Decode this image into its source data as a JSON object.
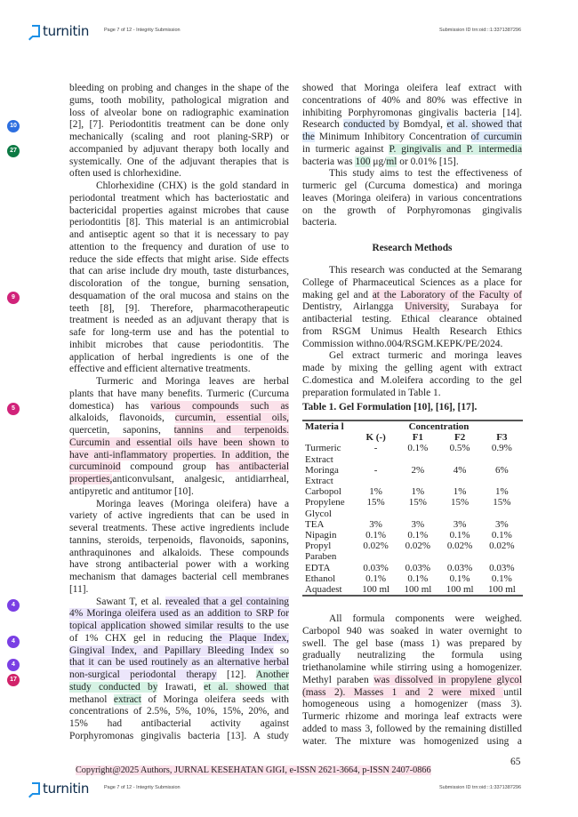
{
  "header": {
    "logo": "turnitin",
    "page_info": "Page 7 of 12 - Integrity Submission",
    "submission_id": "Submission ID  trn:oid:::1:3371387296"
  },
  "footer": {
    "logo": "turnitin",
    "page_info": "Page 7 of 12 - Integrity Submission",
    "submission_id": "Submission ID  trn:oid:::1:3371387296",
    "copyright": "Copyright@2025 Authors, JURNAL KESEHATAN GIGI, e-ISSN 2621-3664, p-ISSN 2407-0866",
    "page_number": "65"
  },
  "colors": {
    "pink": "#fbe1ea",
    "purple": "#ece6fb",
    "blue": "#dfeafb",
    "green": "#d6f2e4"
  },
  "match_badges": [
    {
      "label": "10",
      "color": "#2d6fe0"
    },
    {
      "label": "27",
      "color": "#0d7a44"
    },
    {
      "label": "9",
      "color": "#d1237a"
    },
    {
      "label": "5",
      "color": "#d1237a"
    },
    {
      "label": "4",
      "color": "#7a3fe4"
    },
    {
      "label": "4",
      "color": "#7a3fe4"
    },
    {
      "label": "4",
      "color": "#7a3fe4"
    },
    {
      "label": "17",
      "color": "#d1236a"
    }
  ],
  "left_column": [
    [
      [
        "bleeding on probing and changes in the shape of the"
      ],
      [
        "gums, tooth mobility, pathological migration and"
      ],
      [
        "loss of alveolar bone on radiographic examination"
      ],
      [
        "[2], [7]. Periodontitis treatment can be done only"
      ],
      [
        "mechanically (scaling and root planing-SRP) or"
      ],
      [
        "accompanied by adjuvant therapy both locally and"
      ],
      [
        "systemically. One of the adjuvant therapies that is"
      ],
      [
        "often used is chlorhexidine."
      ]
    ],
    [
      [
        "Chlorhexidine (CHX) is the gold standard in"
      ],
      [
        "periodontal treatment which has bacteriostatic and"
      ],
      [
        "bactericidal properties against microbes that cause"
      ],
      [
        "periodontitis [8]. This material is an antimicrobial"
      ],
      [
        "and antiseptic agent so that it is necessary to pay"
      ],
      [
        "attention to the frequency and duration of use to"
      ],
      [
        "reduce the side effects that might arise. Side effects"
      ],
      [
        "that can arise include dry mouth, taste disturbances,"
      ],
      [
        "discoloration of the tongue, burning sensation,"
      ],
      [
        "desquamation of the oral mucosa and stains on the"
      ],
      [
        "teeth [8], [9]. Therefore, pharmacotherapeutic"
      ],
      [
        "treatment is needed as an adjuvant therapy that is"
      ],
      [
        "safe for long-term use and has the potential to"
      ],
      [
        "inhibit microbes that cause periodontitis. The"
      ],
      [
        "application of herbal ingredients is one of the"
      ],
      [
        "effective and efficient alternative treatments."
      ]
    ],
    [
      [
        "Turmeric and Moringa leaves are herbal"
      ],
      [
        "plants that have many benefits. Turmeric (Curcuma"
      ],
      [
        "domestica) has ",
        {
          "t": "various compounds such as",
          "hl": "pink"
        }
      ],
      [
        "alkaloids, flavonoids, ",
        {
          "t": "curcumin, essential oils,",
          "hl": "pink"
        }
      ],
      [
        "quercetin, saponins, ",
        {
          "t": "tannins and terpenoids.",
          "hl": "pink"
        }
      ],
      [
        {
          "t": "Curcumin and essential oils have been shown to",
          "hl": "pink"
        }
      ],
      [
        {
          "t": "have anti-inflammatory properties. In addition, the",
          "hl": "pink"
        }
      ],
      [
        {
          "t": "curcuminoid",
          "hl": "pink"
        },
        " compound group ",
        {
          "t": "has antibacterial",
          "hl": "pink"
        }
      ],
      [
        {
          "t": "properties,",
          "hl": "pink"
        },
        "anticonvulsant, analgesic, antidiarrheal,"
      ],
      [
        "antipyretic and antitumor [10]."
      ]
    ],
    [
      [
        "Moringa leaves (Moringa oleifera) have a"
      ],
      [
        "variety of active ingredients that can be used in"
      ],
      [
        "several treatments. These active ingredients include"
      ],
      [
        "tannins, steroids, terpenoids, flavonoids, saponins,"
      ],
      [
        "anthraquinones and alkaloids. These compounds"
      ],
      [
        "have strong antibacterial power with a working"
      ],
      [
        "mechanism that damages bacterial cell membranes"
      ],
      [
        "[11]."
      ]
    ],
    [
      [
        "Sawant T, et al. ",
        {
          "t": "revealed that a gel containing",
          "hl": "purple"
        }
      ],
      [
        {
          "t": "4% Moringa oleifera used as an addition to SRP for",
          "hl": "purple"
        }
      ],
      [
        {
          "t": "topical application showed similar results",
          "hl": "purple"
        },
        " to the use"
      ],
      [
        "of 1% CHX gel in reducing ",
        {
          "t": "the Plaque Index,",
          "hl": "purple"
        }
      ],
      [
        {
          "t": "Gingival Index, and Papillary Bleeding Index",
          "hl": "purple"
        },
        " so"
      ],
      [
        {
          "t": "that it can be used routinely as an alternative herbal",
          "hl": "purple"
        }
      ],
      [
        {
          "t": "non-surgical periodontal therapy",
          "hl": "purple"
        },
        " [12]. ",
        {
          "t": "Another",
          "hl": "green"
        }
      ],
      [
        {
          "t": "study conducted by",
          "hl": "green"
        },
        " Irawati, ",
        {
          "t": "et al. showed that",
          "hl": "green"
        }
      ],
      [
        "methanol ",
        {
          "t": "extract",
          "hl": "green"
        },
        " of Moringa oleifera seeds with"
      ],
      [
        "concentrations of 2.5%, 5%, 10%, 15%, 20%, and"
      ],
      [
        "15%   had   antibacterial   activity   against"
      ],
      [
        "Porphyromonas gingivalis bacteria [13]. A study"
      ]
    ]
  ],
  "right_intro": [
    [
      [
        "showed that Moringa oleifera leaf extract with"
      ],
      [
        "concentrations of 40% and 80% was effective in"
      ],
      [
        "inhibiting Porphyromonas gingivalis bacteria [14]."
      ],
      [
        "Research ",
        {
          "t": "conducted by",
          "hl": "blue"
        },
        " Bomdyal, ",
        {
          "t": "et al. showed that",
          "hl": "blue"
        }
      ],
      [
        {
          "t": "the",
          "hl": "blue"
        },
        " Minimum Inhibitory Concentration ",
        {
          "t": "of curcumin",
          "hl": "blue"
        }
      ],
      [
        "in turmeric against ",
        {
          "t": "P. gingivalis and P. intermedia",
          "hl": "green"
        }
      ],
      [
        "bacteria was ",
        {
          "t": "100",
          "hl": "green"
        },
        " μg/",
        {
          "t": "ml",
          "hl": "green"
        },
        " or 0.01% [15]."
      ]
    ],
    [
      [
        "This study aims to test the effectiveness of"
      ],
      [
        "turmeric gel (Curcuma domestica) and moringa"
      ],
      [
        "leaves (Moringa oleifera) in various concentrations"
      ],
      [
        "on the growth of Porphyromonas gingivalis"
      ],
      [
        "bacteria."
      ]
    ]
  ],
  "section_heading": "Research Methods",
  "right_methods": [
    [
      [
        "This research was conducted at the Semarang"
      ],
      [
        "College of Pharmaceutical Sciences as a place for"
      ],
      [
        "making gel and ",
        {
          "t": "at the Laboratory of the Faculty of",
          "hl": "pink"
        }
      ],
      [
        "Dentistry, Airlangga ",
        {
          "t": "University,",
          "hl": "pink"
        },
        " Surabaya for"
      ],
      [
        "antibacterial testing. Ethical clearance obtained"
      ],
      [
        "from RSGM Unimus Health Research Ethics"
      ],
      [
        "Commission withno.004/RSGM.KEPK/PE/2024."
      ]
    ],
    [
      [
        "Gel extract turmeric and moringa leaves"
      ],
      [
        "made by mixing the gelling agent with extract"
      ],
      [
        "C.domestica and M.oleifera according to the gel"
      ],
      [
        "preparation formulated in Table 1."
      ]
    ]
  ],
  "table": {
    "title": "Table 1. Gel Formulation [10], [16], [17].",
    "header_material": "Materia l",
    "header_group": "Concentration",
    "columns": [
      "K (-)",
      "F1",
      "F2",
      "F3"
    ],
    "rows": [
      {
        "material": "Turmeric Extract",
        "values": [
          "-",
          "0.1%",
          "0.5%",
          "0.9%"
        ]
      },
      {
        "material": "Moringa Extract",
        "values": [
          "-",
          "2%",
          "4%",
          "6%"
        ]
      },
      {
        "material": "Carbopol",
        "values": [
          "1%",
          "1%",
          "1%",
          "1%"
        ]
      },
      {
        "material": "Propylene Glycol",
        "values": [
          "15%",
          "15%",
          "15%",
          "15%"
        ]
      },
      {
        "material": "TEA",
        "values": [
          "3%",
          "3%",
          "3%",
          "3%"
        ]
      },
      {
        "material": "Nipagin",
        "values": [
          "0.1%",
          "0.1%",
          "0.1%",
          "0.1%"
        ]
      },
      {
        "material": "Propyl Paraben",
        "values": [
          "0.02%",
          "0.02%",
          "0.02%",
          "0.02%"
        ]
      },
      {
        "material": "EDTA",
        "values": [
          "0.03%",
          "0.03%",
          "0.03%",
          "0.03%"
        ]
      },
      {
        "material": "Ethanol",
        "values": [
          "0.1%",
          "0.1%",
          "0.1%",
          "0.1%"
        ]
      },
      {
        "material": "Aquadest",
        "values": [
          "100 ml",
          "100 ml",
          "100 ml",
          "100 ml"
        ]
      }
    ]
  },
  "right_procedure": [
    [
      [
        "All formula components were weighed."
      ],
      [
        "Carbopol 940 was soaked in water overnight to"
      ],
      [
        "swell. The gel base (mass 1) was prepared by"
      ],
      [
        "gradually neutralizing the formula using"
      ],
      [
        "triethanolamine while stirring using a homogenizer."
      ],
      [
        "Methyl paraben ",
        {
          "t": "was dissolved in propylene glycol",
          "hl": "pink"
        }
      ],
      [
        {
          "t": "(mass 2). Masses 1 and 2 were mixed ",
          "hl": "pink"
        },
        "until"
      ],
      [
        "homogeneous using a homogenizer (mass 3)."
      ],
      [
        "Turmeric rhizome and moringa leaf extracts were"
      ],
      [
        "added to mass 3, followed by the remaining distilled"
      ],
      [
        "water. The mixture was homogenized using a"
      ]
    ]
  ]
}
